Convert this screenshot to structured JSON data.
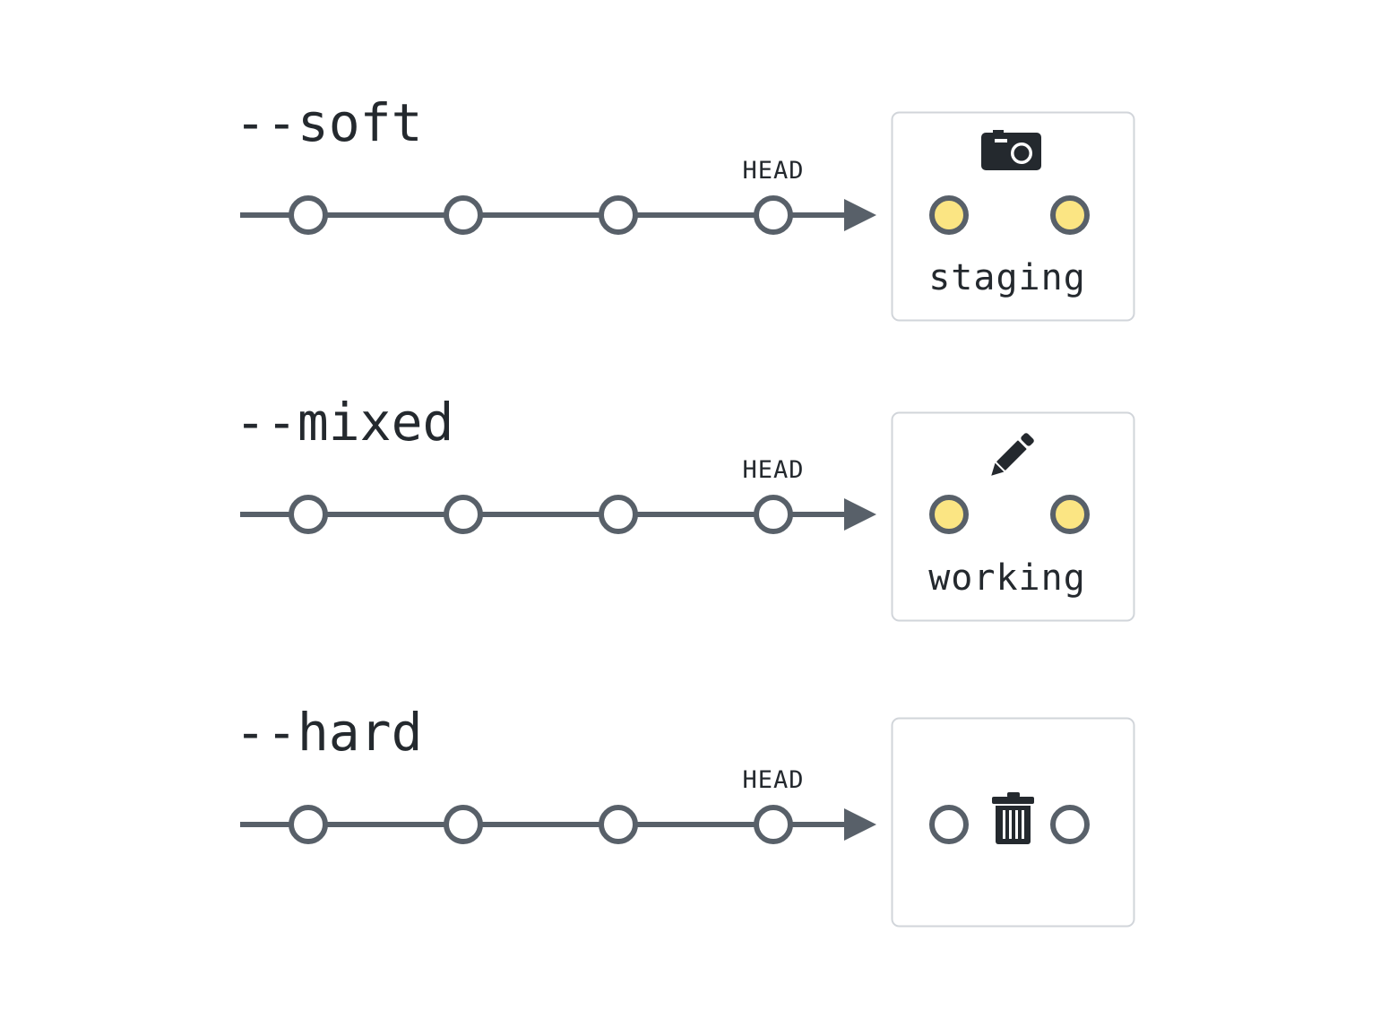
{
  "colors": {
    "line": "#586069",
    "commit_fill": "#ffffff",
    "changed_file_fill": "#fbe583",
    "clean_file_fill": "#ffffff",
    "box_border": "#d1d5da",
    "text": "#24292e",
    "icon": "#24292e"
  },
  "rows": [
    {
      "mode": "--soft",
      "head": "HEAD",
      "area": "staging",
      "icon": "camera-icon",
      "files_changed": true
    },
    {
      "mode": "--mixed",
      "head": "HEAD",
      "area": "working",
      "icon": "pencil-icon",
      "files_changed": true
    },
    {
      "mode": "--hard",
      "head": "HEAD",
      "area": "",
      "icon": "trash-icon",
      "files_changed": false
    }
  ]
}
